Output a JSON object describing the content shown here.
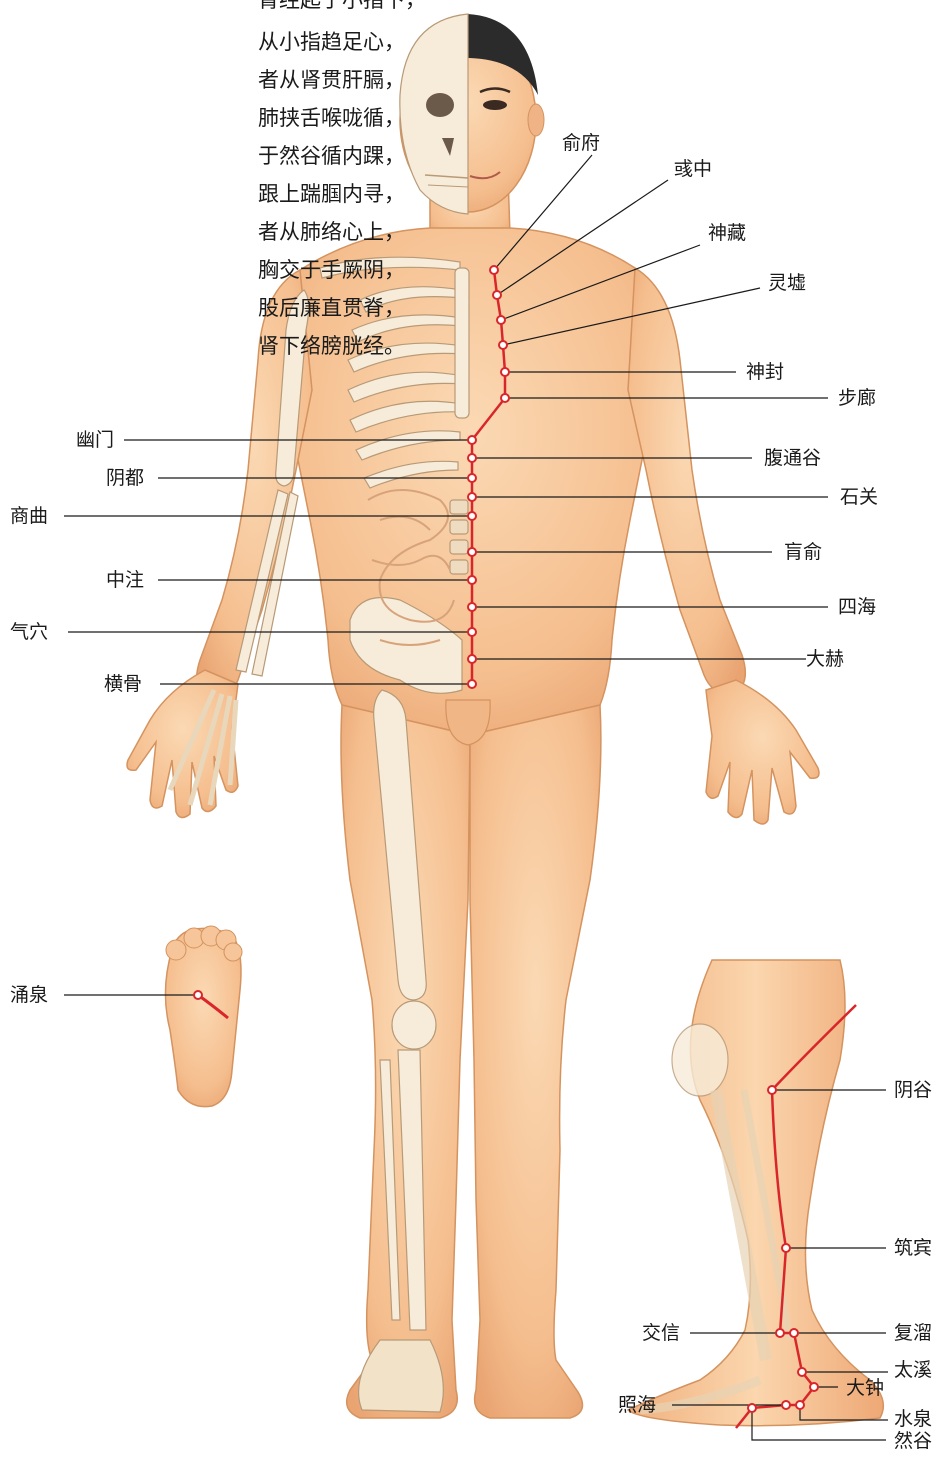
{
  "poem_lines": [
    "肾经起于小指下，",
    "从小指趋足心，",
    "者从肾贯肝膈，",
    "肺挟舌喉咙循，",
    "于然谷循内踝，",
    "跟上踹腘内寻，",
    "者从肺络心上，",
    "胸交于手厥阴，",
    "股后廉直贯脊，",
    "肾下络膀胱经。"
  ],
  "colors": {
    "meridian": "#d8262a",
    "skin": "#f7c79a",
    "skin_shadow": "#eaa978",
    "bone": "#f7ecd9",
    "bone_outline": "#b89a77",
    "hair": "#2b2b2b",
    "leader_line": "#1a1a1a"
  },
  "chest_points": {
    "shufu": "俞府",
    "yuzhong": "彧中",
    "shencang": "神藏",
    "lingxu": "灵墟",
    "shenfeng": "神封",
    "bulang": "步廊"
  },
  "abdomen_points_left": {
    "youmen": "幽门",
    "yindu": "阴都",
    "shangqu": "商曲",
    "zhongzhu": "中注",
    "qixue": "气穴",
    "henggu": "横骨"
  },
  "abdomen_points_right": {
    "futonggu": "腹通谷",
    "shiguan": "石关",
    "huangshu": "肓俞",
    "siman": "四海",
    "dahe": "大赫"
  },
  "foot_points": {
    "yongquan": "涌泉"
  },
  "leg_points": {
    "yingu": "阴谷",
    "zhubin": "筑宾",
    "jiaoxin": "交信",
    "fuliu": "复溜",
    "taixi": "太溪",
    "dazhong": "大钟",
    "zhaohai": "照海",
    "shuiquan": "水泉",
    "rangu": "然谷"
  },
  "icons": [
    "acupoint-marker-icon"
  ]
}
